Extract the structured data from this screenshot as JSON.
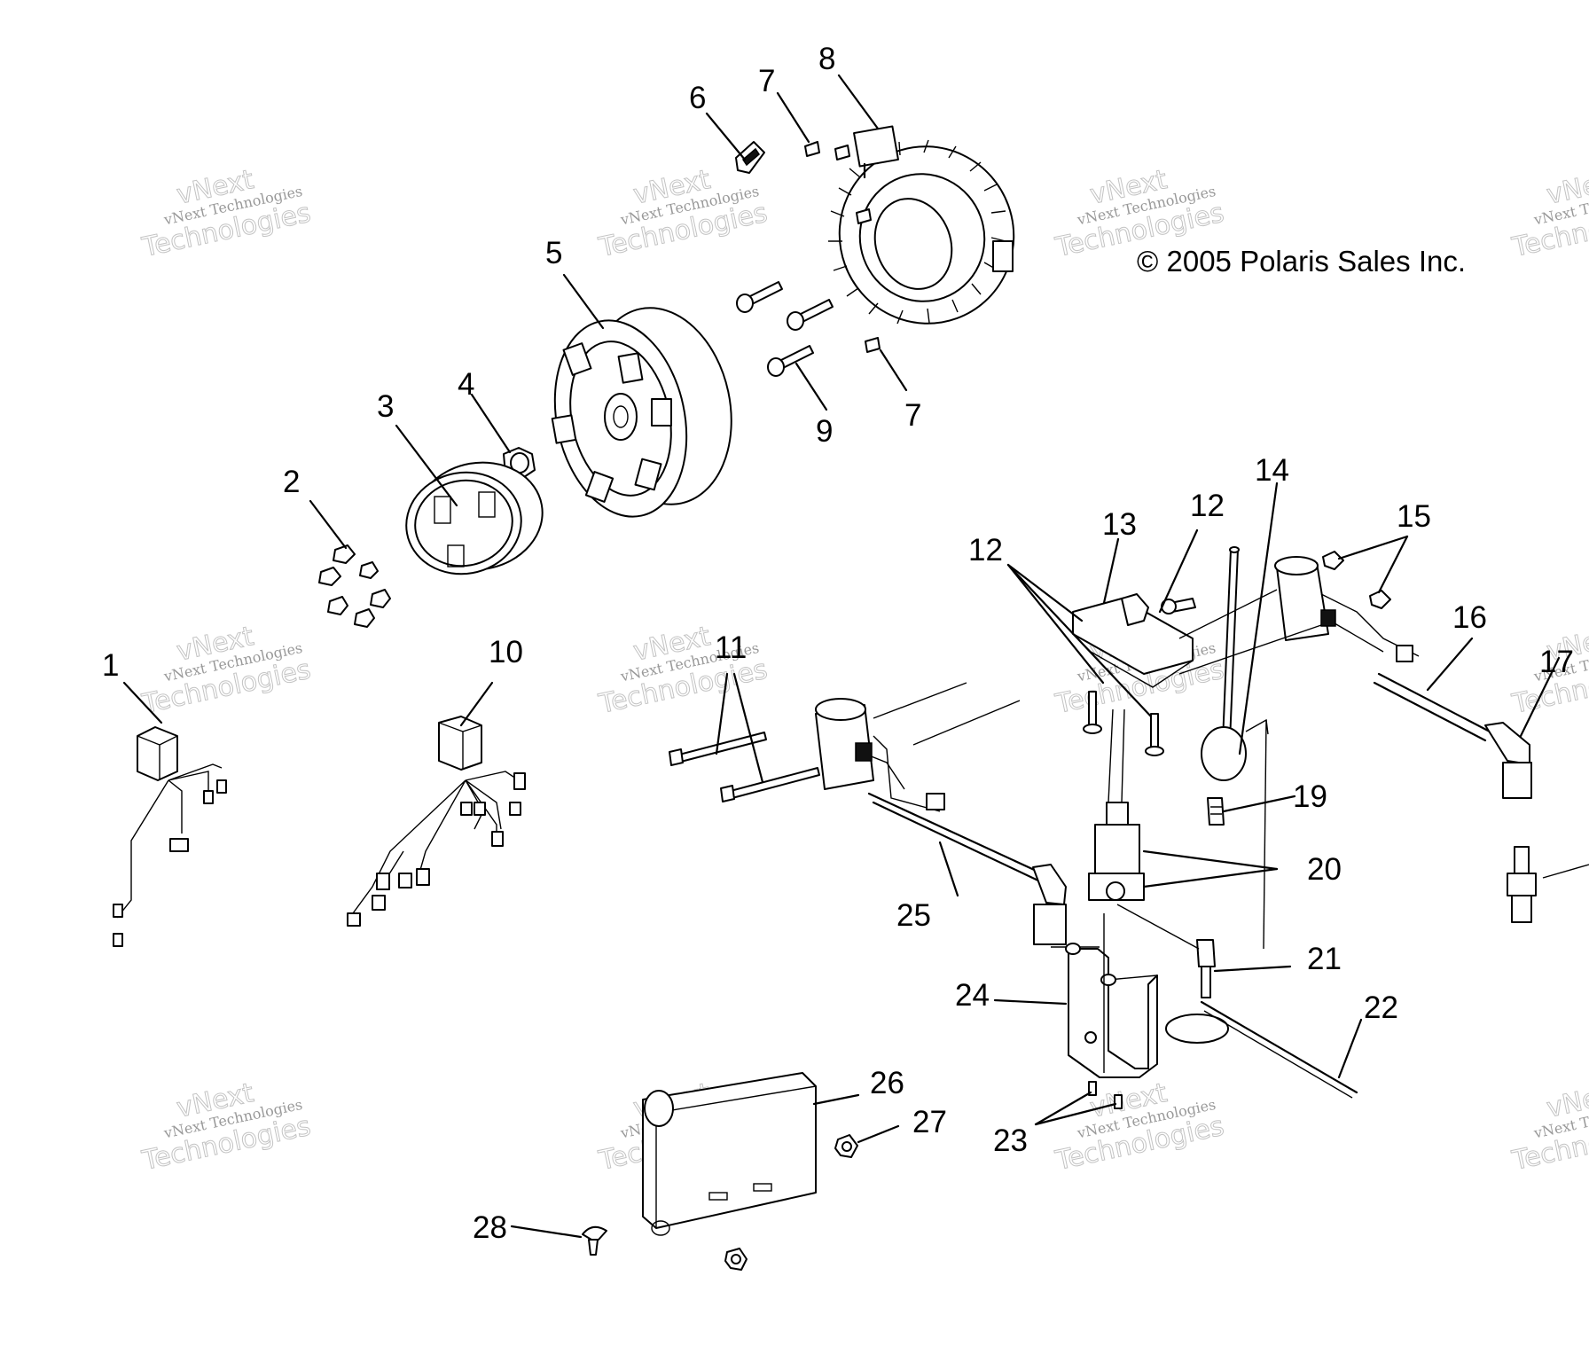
{
  "copyright": "© 2005 Polaris Sales Inc.",
  "watermark": {
    "line1": "vNext",
    "line2": "vNext Technologies",
    "line3": "Technologies"
  },
  "callouts": {
    "c1": "1",
    "c2": "2",
    "c3": "3",
    "c4": "4",
    "c5": "5",
    "c6": "6",
    "c7a": "7",
    "c7b": "7",
    "c8": "8",
    "c9": "9",
    "c10": "10",
    "c11": "11",
    "c12a": "12",
    "c12b": "12",
    "c13": "13",
    "c14": "14",
    "c15": "15",
    "c16": "16",
    "c17": "17",
    "c19": "19",
    "c20": "20",
    "c21": "21",
    "c22": "22",
    "c23": "23",
    "c24": "24",
    "c25": "25",
    "c26": "26",
    "c27": "27",
    "c28": "28"
  }
}
